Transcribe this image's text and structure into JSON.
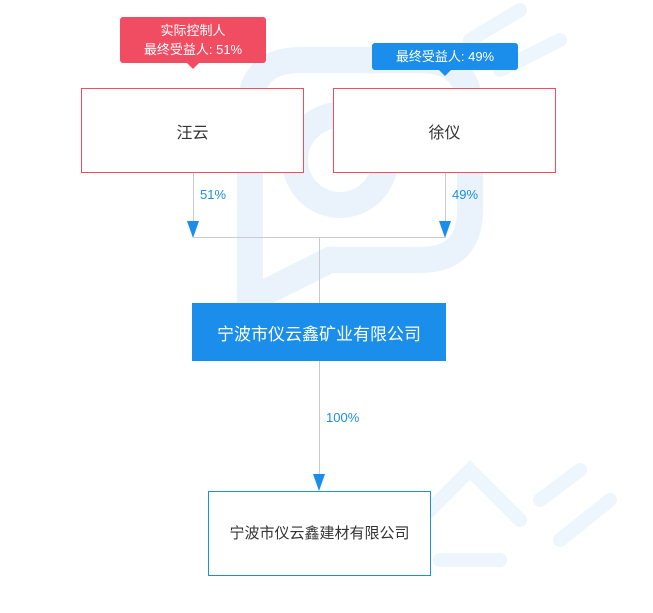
{
  "holders": [
    {
      "name": "汪云",
      "badge_line1": "实际控制人",
      "badge_line2": "最终受益人: 51%",
      "percent": "51%"
    },
    {
      "name": "徐仪",
      "badge_line1": "",
      "badge_line2": "最终受益人: 49%",
      "percent": "49%"
    }
  ],
  "company": {
    "name": "宁波市仪云鑫矿业有限公司",
    "percent": "100%"
  },
  "subsidiary": {
    "name": "宁波市仪云鑫建材有限公司"
  },
  "colors": {
    "red": "#f14d62",
    "blue": "#1a8eea",
    "line": "#c8ccd0"
  }
}
